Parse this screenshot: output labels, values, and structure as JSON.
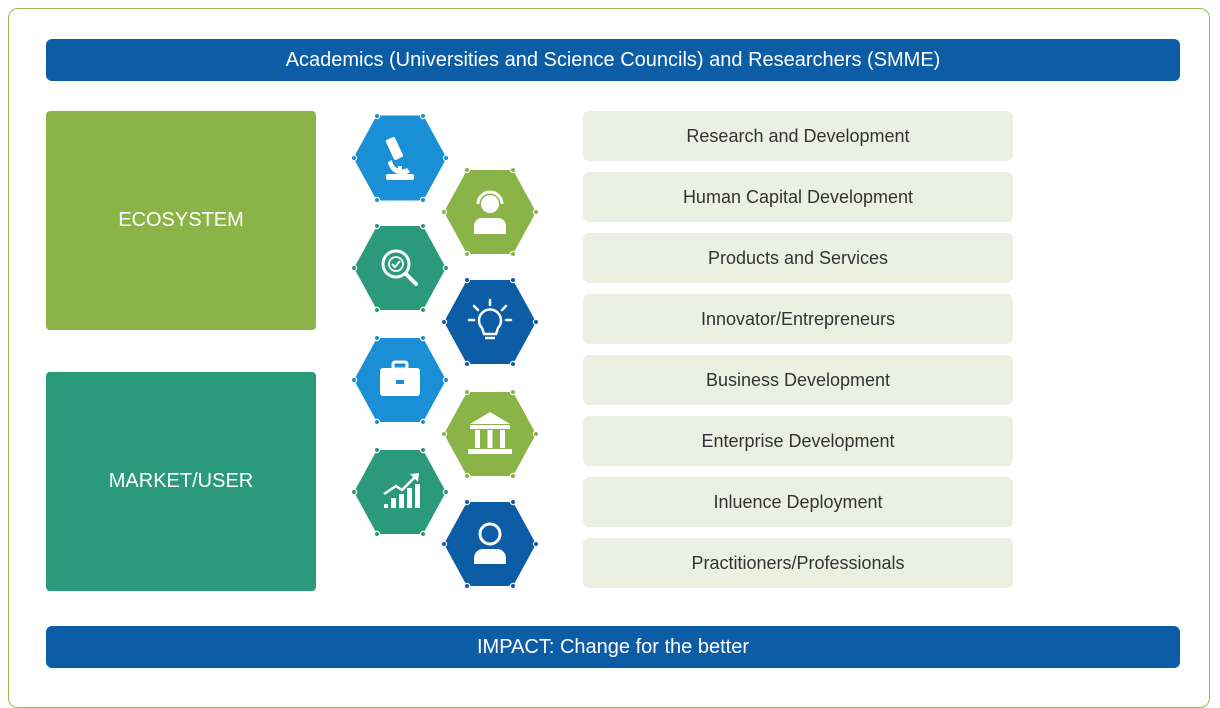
{
  "header": {
    "label": "Academics (Universities and Science Councils) and Researchers (SMME)"
  },
  "blocks": {
    "ecosystem": "ECOSYSTEM",
    "market": "MARKET/USER"
  },
  "items": [
    "Research and Development",
    "Human Capital Development",
    "Products and Services",
    "Innovator/Entrepreneurs",
    "Business Development",
    "Enterprise Development",
    "Inluence Deployment",
    "Practitioners/Professionals"
  ],
  "footer": {
    "label": "IMPACT: Change for the better"
  },
  "hexagons": [
    {
      "icon": "microscope-icon",
      "color": "#1a8fd6"
    },
    {
      "icon": "person-with-headset-icon",
      "color": "#8ab447"
    },
    {
      "icon": "magnifier-check-icon",
      "color": "#2a9a7a"
    },
    {
      "icon": "lightbulb-icon",
      "color": "#0d5ca6"
    },
    {
      "icon": "briefcase-icon",
      "color": "#1a8fd6"
    },
    {
      "icon": "government-building-icon",
      "color": "#8ab447"
    },
    {
      "icon": "growth-chart-icon",
      "color": "#2a9a7a"
    },
    {
      "icon": "user-profile-icon",
      "color": "#0d5ca6"
    }
  ],
  "colors": {
    "navy": "#0d5ca6",
    "green": "#8ab447",
    "teal": "#2a9a7a",
    "blue": "#1a8fd6",
    "item_bg": "#ebf0e2"
  }
}
